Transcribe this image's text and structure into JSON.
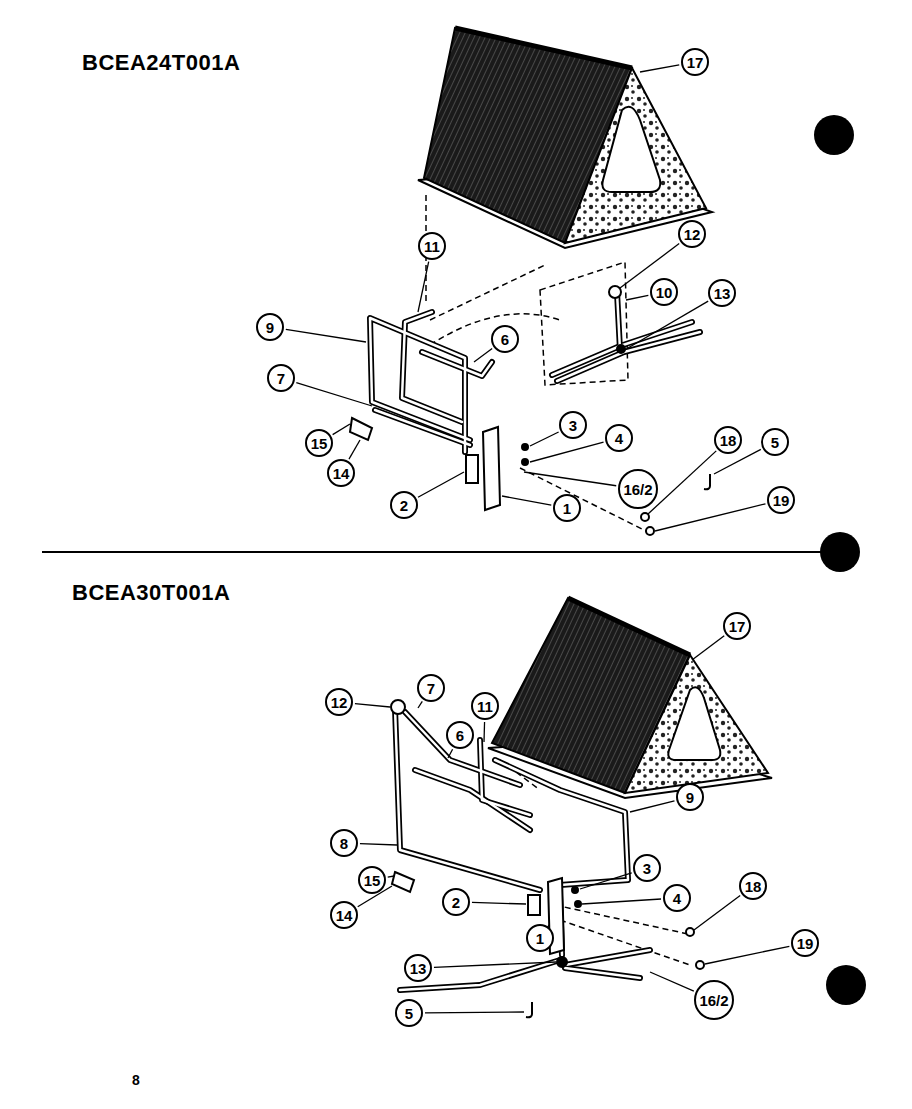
{
  "diagram": {
    "labels": [
      "BCEA24T001A",
      "17",
      "12",
      "11",
      "10",
      "13",
      "9",
      "6",
      "7",
      "3",
      "4",
      "18",
      "5",
      "15",
      "14",
      "16/2",
      "2",
      "1",
      "19",
      "BCEA30T001A",
      "17",
      "12",
      "7",
      "11",
      "6",
      "9",
      "8",
      "15",
      "3",
      "4",
      "18",
      "2",
      "14",
      "1",
      "13",
      "19",
      "5",
      "16/2",
      "8"
    ]
  }
}
